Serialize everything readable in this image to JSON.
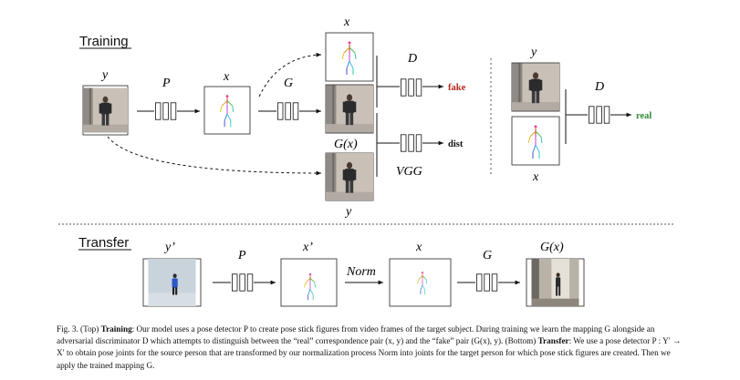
{
  "sections": {
    "training": "Training",
    "transfer": "Transfer"
  },
  "training": {
    "label_y": "y",
    "label_P": "P",
    "label_x": "x",
    "label_G": "G",
    "label_x_top": "x",
    "label_D": "D",
    "label_fake": "fake",
    "label_Gx": "G(x)",
    "label_dist": "dist",
    "label_VGG": "VGG",
    "label_y_bottom": "y",
    "label_y_right": "y",
    "label_D_right": "D",
    "label_real": "real",
    "label_x_right": "x"
  },
  "transfer": {
    "label_yprime": "y’",
    "label_P": "P",
    "label_xprime": "x’",
    "label_Norm": "Norm",
    "label_x": "x",
    "label_G": "G",
    "label_Gx": "G(x)"
  },
  "colors": {
    "fake": "#b5271a",
    "real": "#2c8a3a"
  },
  "caption": {
    "fig": "Fig. 3.",
    "top": "(Top)",
    "training_bold": "Training",
    "line1": ": Our model uses a pose detector P to create pose stick figures from video frames of the target subject. During training we learn the mapping G alongside an adversarial discriminator D which attempts to distinguish between the “real” correspondence pair (x, y) and the “fake” pair (G(x), y).",
    "bottom": "(Bottom)",
    "transfer_bold": "Transfer",
    "line2": ": We use a pose detector P : Y′ → X′ to obtain pose joints for the source person that are transformed by our normalization process Norm into joints for the target person for which pose stick figures are created. Then we apply the trained mapping G."
  }
}
